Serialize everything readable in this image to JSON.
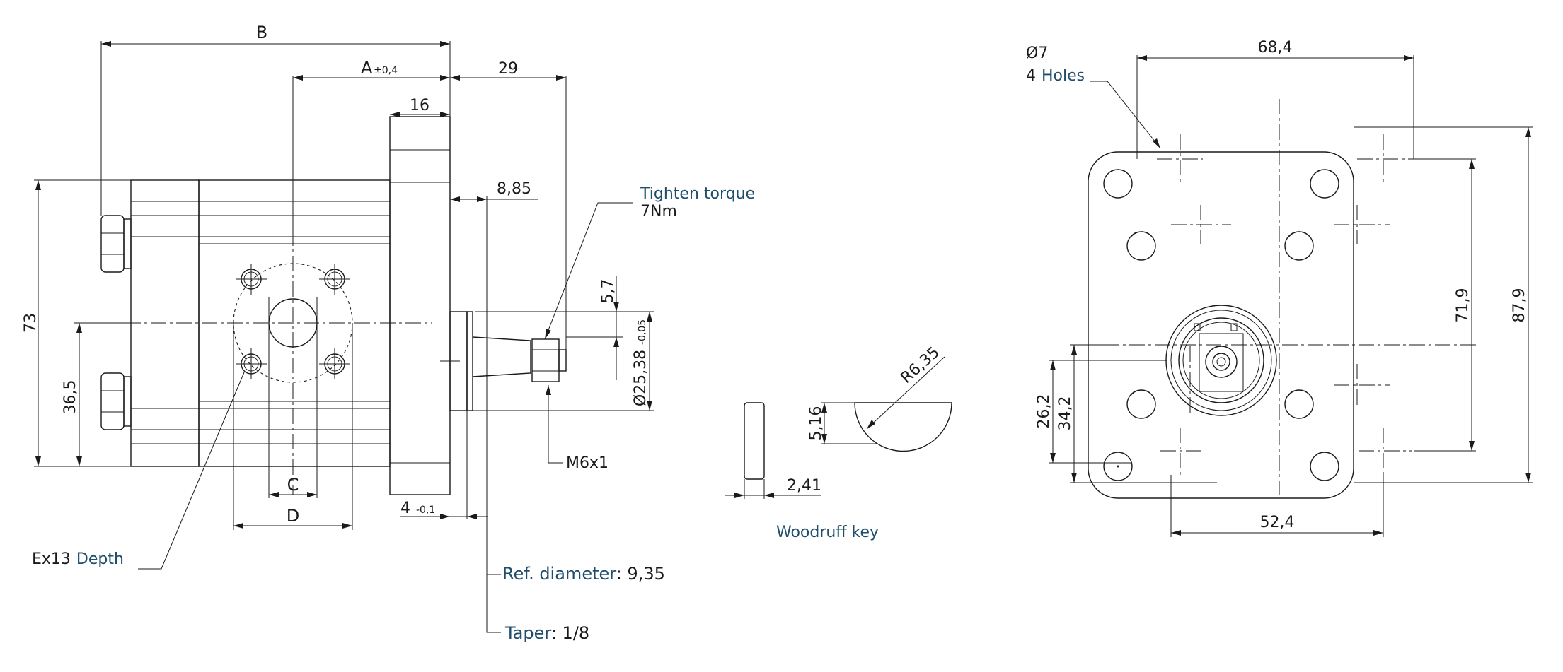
{
  "dimensions": {
    "B": "B",
    "A": "A",
    "A_tol": "±0,4",
    "d29": "29",
    "d16": "16",
    "d8_85": "8,85",
    "d73": "73",
    "d36_5": "36,5",
    "d5_7": "5,7",
    "d25_38": "Ø25,38",
    "d25_38_tol": "-0,05",
    "C": "C",
    "D": "D",
    "d4": "4",
    "d4_tol": "-0,1",
    "d5_16": "5,16",
    "d2_41": "2,41",
    "R6_35": "R6,35",
    "d68_4": "68,4",
    "d71_9": "71,9",
    "d87_9": "87,9",
    "d26_2": "26,2",
    "d34_2": "34,2",
    "d52_4": "52,4"
  },
  "notes": {
    "tighten_label": "Tighten torque",
    "tighten_value": "7Nm",
    "thread": "M6x1",
    "ex13": "Ex13",
    "depth": "Depth",
    "ref_label": "Ref. diameter",
    "ref_value": ": 9,35",
    "taper_label": "Taper",
    "taper_value": ": 1/8",
    "woodruff": "Woodruff  key",
    "holes_dia": "Ø7",
    "holes_count": "4",
    "holes_label": "Holes"
  }
}
